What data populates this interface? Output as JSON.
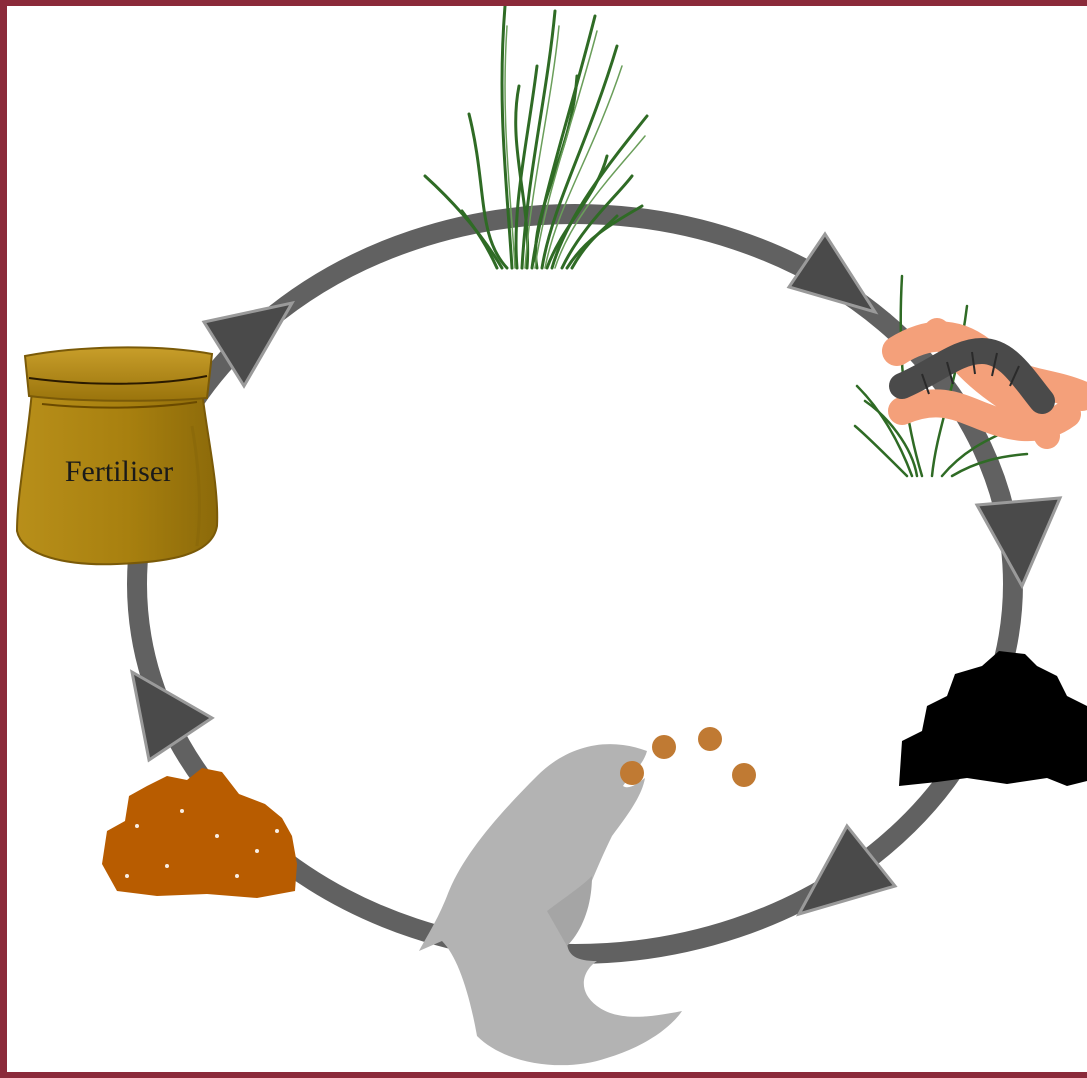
{
  "diagram": {
    "stages": [
      {
        "name": "grass",
        "label": ""
      },
      {
        "name": "worms",
        "label": ""
      },
      {
        "name": "compost",
        "label": ""
      },
      {
        "name": "fish",
        "label": ""
      },
      {
        "name": "fish-waste",
        "label": ""
      },
      {
        "name": "fertiliser-bag",
        "label": "Fertiliser"
      }
    ],
    "colors": {
      "frame": "#8b2a3a",
      "cycle_ring": "#616161",
      "arrow": "#4a4a4a",
      "grass": "#2f6b25",
      "worm_orange": "#f4a07a",
      "worm_grey": "#4a4a4a",
      "compost": "#000000",
      "fish": "#b3b3b3",
      "pellets": "#c07a33",
      "fish_waste": "#b85c00",
      "bag": "#a8800f"
    }
  }
}
